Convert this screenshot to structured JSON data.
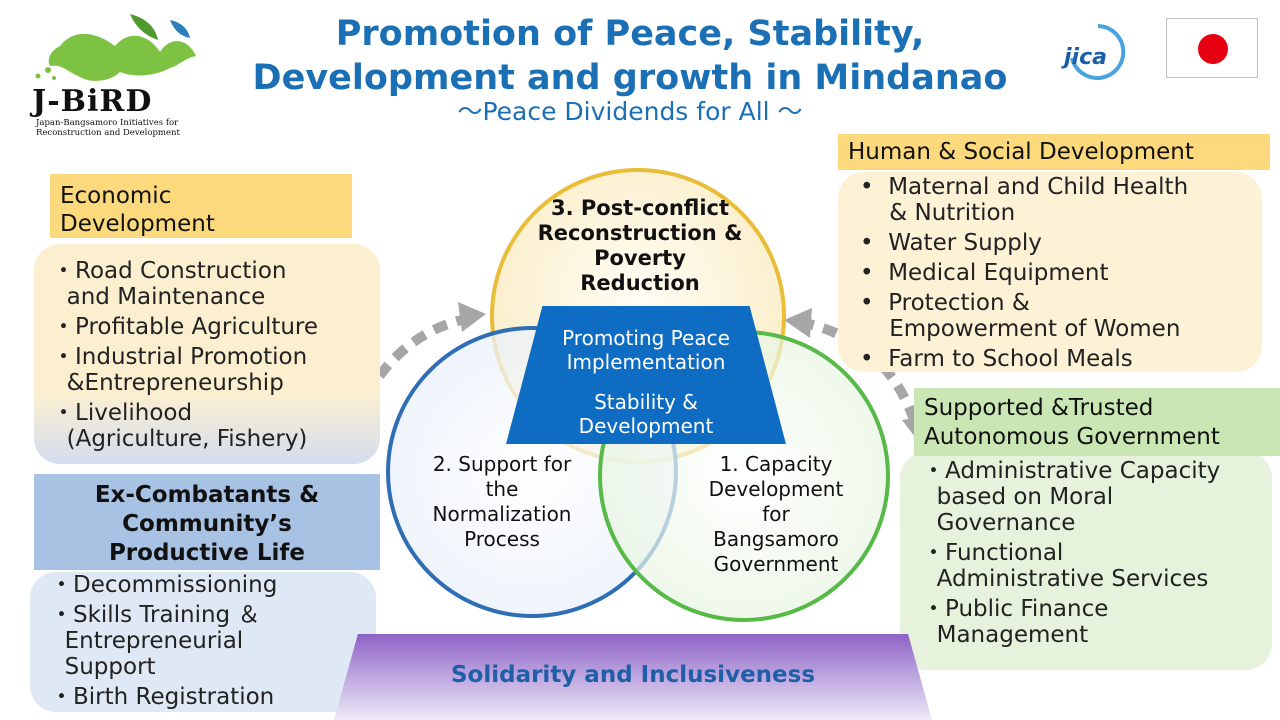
{
  "title": {
    "line1": "Promotion of Peace, Stability,",
    "line2": "Development and growth in Mindanao",
    "subtitle": "～Peace Dividends for All ～"
  },
  "logo": {
    "name": "J-BiRD",
    "sub_line1": "Japan-Bangsamoro Initiatives for",
    "sub_line2": "Reconstruction and Development"
  },
  "jica_logo_text": "jica",
  "economic": {
    "header_line1": "Economic",
    "header_line2": "Development",
    "items": [
      {
        "line1": "・Road Construction",
        "line2": "  and Maintenance"
      },
      {
        "line1": "・Profitable Agriculture",
        "line2": ""
      },
      {
        "line1": "・Industrial Promotion",
        "line2": "  &Entrepreneurship"
      },
      {
        "line1": "・Livelihood",
        "line2": "  (Agriculture, Fishery)"
      }
    ]
  },
  "excombatants": {
    "header_line1": "Ex-Combatants &",
    "header_line2": "Community’s",
    "header_line3": "Productive Life",
    "items": [
      {
        "line1": "・Decommissioning",
        "line2": "",
        "line3": ""
      },
      {
        "line1": "・Skills Training ＆",
        "line2": "  Entrepreneurial",
        "line3": "  Support"
      },
      {
        "line1": "・Birth Registration",
        "line2": "",
        "line3": ""
      }
    ]
  },
  "human": {
    "header": "Human & Social Development",
    "items": [
      {
        "line1": "•  Maternal and Child Health",
        "line2": "    & Nutrition"
      },
      {
        "line1": "•  Water Supply",
        "line2": ""
      },
      {
        "line1": "•  Medical Equipment",
        "line2": ""
      },
      {
        "line1": "•  Protection &",
        "line2": "    Empowerment of Women"
      },
      {
        "line1": "•  Farm to School Meals",
        "line2": ""
      }
    ]
  },
  "government": {
    "header_line1": "Supported &Trusted",
    "header_line2": "Autonomous Government",
    "items": [
      {
        "line1": "・Administrative Capacity",
        "line2": "  based on Moral",
        "line3": "  Governance"
      },
      {
        "line1": "・Functional",
        "line2": "  Administrative Services",
        "line3": ""
      },
      {
        "line1": "・Public Finance",
        "line2": "  Management",
        "line3": ""
      }
    ]
  },
  "venn": {
    "circle3": {
      "line1": "3. Post-conflict",
      "line2": "Reconstruction &",
      "line3": "Poverty",
      "line4": "Reduction"
    },
    "circle2": {
      "line1": "2. Support for",
      "line2": "the",
      "line3": "Normalization",
      "line4": "Process"
    },
    "circle1": {
      "line1": "1. Capacity",
      "line2": "Development",
      "line3": "for",
      "line4": "Bangsamoro",
      "line5": "Government"
    },
    "center": {
      "line1": "Promoting Peace",
      "line2": "Implementation",
      "line3": "Stability &",
      "line4": "Development"
    },
    "base": "Solidarity and Inclusiveness"
  },
  "colors": {
    "title_blue": "#1a6fb5",
    "center_blue": "#0e6dc2",
    "yellow_header": "#fbd97c",
    "green_header": "#c9e6b4",
    "blue_header": "#a8c2e3",
    "purple_base": "#8e62c6",
    "arrow_gray": "#a6a6a6"
  }
}
